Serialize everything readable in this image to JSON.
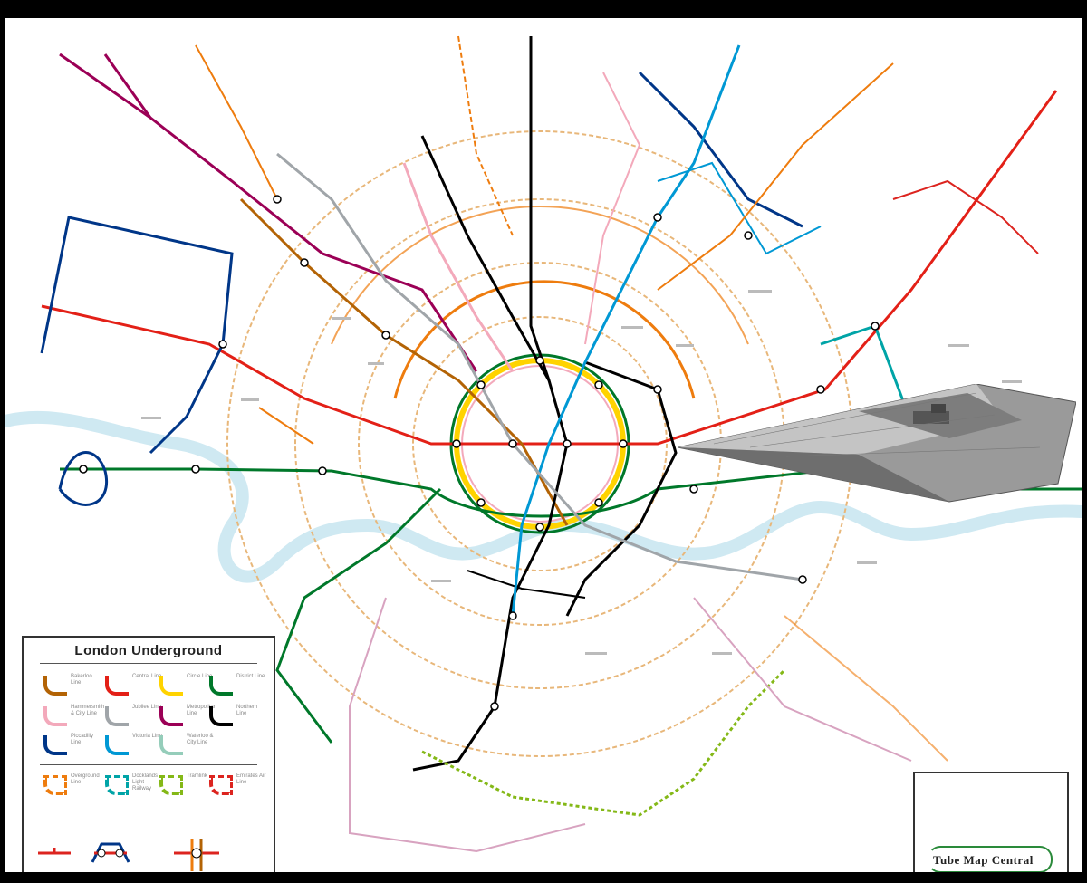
{
  "legend": {
    "title": "London Underground",
    "lines": [
      {
        "name": "Bakerloo Line",
        "color": "#b36305"
      },
      {
        "name": "Central Line",
        "color": "#e32017"
      },
      {
        "name": "Circle Line",
        "color": "#ffd300"
      },
      {
        "name": "District Line",
        "color": "#00782a"
      },
      {
        "name": "Hammersmith & City Line",
        "color": "#f3a9bb"
      },
      {
        "name": "Jubilee Line",
        "color": "#a0a5a9"
      },
      {
        "name": "Metropolitan Line",
        "color": "#9b0056"
      },
      {
        "name": "Northern Line",
        "color": "#000000"
      },
      {
        "name": "Piccadilly Line",
        "color": "#003688"
      },
      {
        "name": "Victoria Line",
        "color": "#0098d4"
      },
      {
        "name": "Waterloo & City Line",
        "color": "#95cdba"
      }
    ],
    "other_lines": [
      {
        "name": "Overground Line",
        "color": "#ee7c0e"
      },
      {
        "name": "Docklands Light Railway",
        "color": "#00a4a7"
      },
      {
        "name": "Tramlink",
        "color": "#84b817"
      },
      {
        "name": "Emirates Air Line",
        "color": "#dc241f"
      }
    ]
  },
  "branding": {
    "name": "Tube Map Central"
  },
  "colors": {
    "bakerloo": "#b36305",
    "central": "#e32017",
    "circle": "#ffd300",
    "district": "#00782a",
    "hammersmith": "#f3a9bb",
    "jubilee": "#a0a5a9",
    "metropolitan": "#9b0056",
    "northern": "#000000",
    "piccadilly": "#003688",
    "victoria": "#0098d4",
    "overground": "#ee7c0e",
    "tram": "#84b817",
    "dlr": "#00a4a7",
    "thames": "#bfe3ee"
  }
}
